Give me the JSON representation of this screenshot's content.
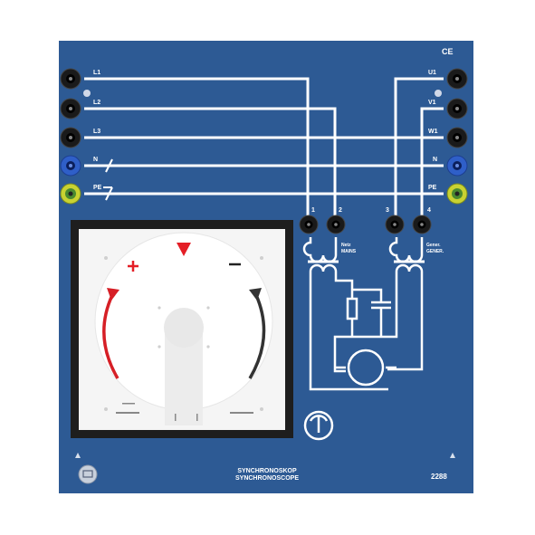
{
  "panel": {
    "title_de": "SYNCHRONOSKOP",
    "title_en": "SYNCHRONOSCOPE",
    "model_number": "2288",
    "ce_mark": "CE",
    "colors": {
      "panel": "#2d5a94",
      "wire": "#ffffff",
      "socket_black": "#1a1a1a",
      "socket_blue": "#2f5fc8",
      "socket_pe": "#c8d232"
    }
  },
  "left_terminals": [
    "L1",
    "L2",
    "L3",
    "N",
    "PE"
  ],
  "right_terminals": [
    "U1",
    "V1",
    "W1",
    "N",
    "PE"
  ],
  "meter_terminals": [
    "1",
    "2",
    "3",
    "4"
  ],
  "mains_label": [
    "Netz",
    "MAINS"
  ],
  "generator_label": [
    "Gener.",
    "GENER."
  ],
  "meter": {
    "plus": "+",
    "minus": "−",
    "colors": {
      "left_arrow": "#d61f26",
      "right_arrow": "#333333",
      "pointer": "#e41e26"
    }
  },
  "icons": [
    "ground-symbol-icon",
    "synchroscope-symbol-icon",
    "recycle-icon",
    "plug-icon",
    "phase-arrow-icon"
  ]
}
